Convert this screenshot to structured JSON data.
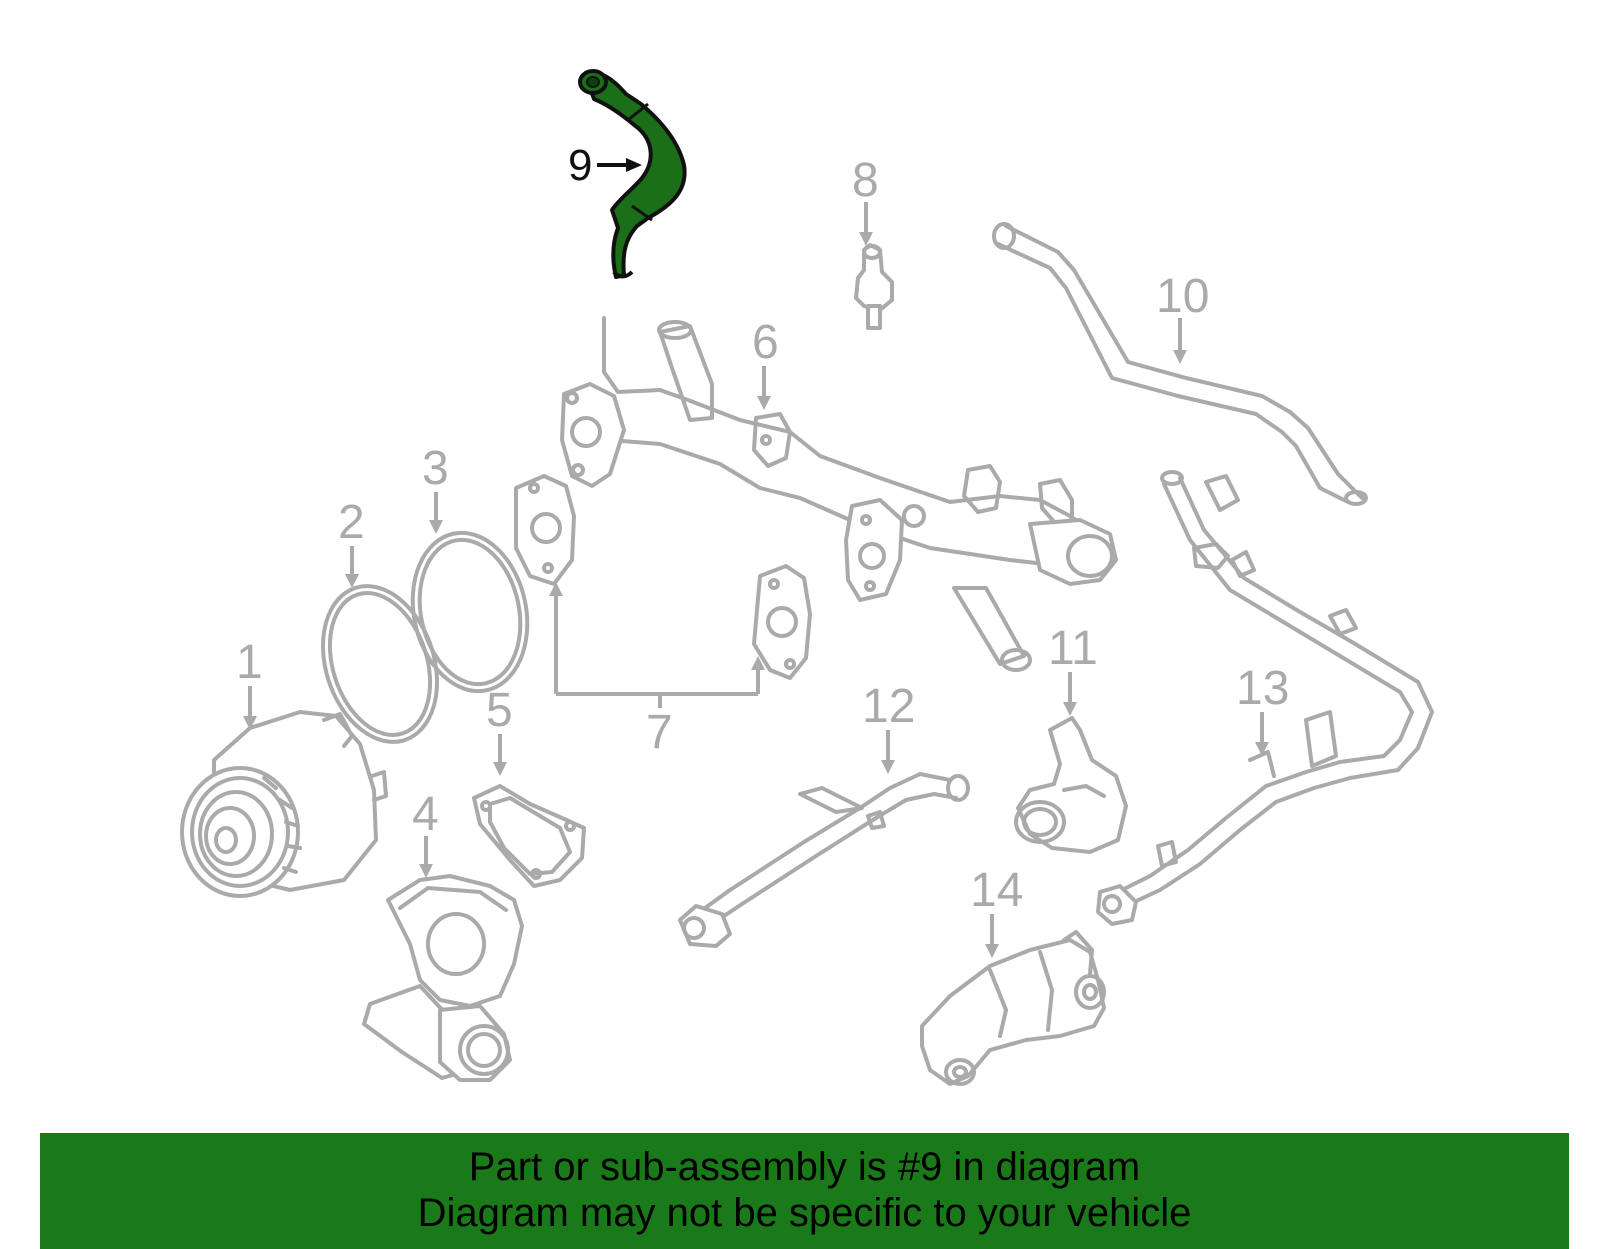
{
  "diagram": {
    "highlight_color": "#1a6f18",
    "line_color": "#aaaaaa",
    "callouts": [
      {
        "id": "1",
        "label": "1"
      },
      {
        "id": "2",
        "label": "2"
      },
      {
        "id": "3",
        "label": "3"
      },
      {
        "id": "4",
        "label": "4"
      },
      {
        "id": "5",
        "label": "5"
      },
      {
        "id": "6",
        "label": "6"
      },
      {
        "id": "7",
        "label": "7"
      },
      {
        "id": "8",
        "label": "8"
      },
      {
        "id": "9",
        "label": "9"
      },
      {
        "id": "10",
        "label": "10"
      },
      {
        "id": "11",
        "label": "11"
      },
      {
        "id": "12",
        "label": "12"
      },
      {
        "id": "13",
        "label": "13"
      },
      {
        "id": "14",
        "label": "14"
      }
    ],
    "highlighted_part": "9"
  },
  "banner": {
    "background_color": "#1a7a19",
    "line1": "Part or sub-assembly is #9 in diagram",
    "line2": "Diagram may not be specific to your vehicle"
  }
}
